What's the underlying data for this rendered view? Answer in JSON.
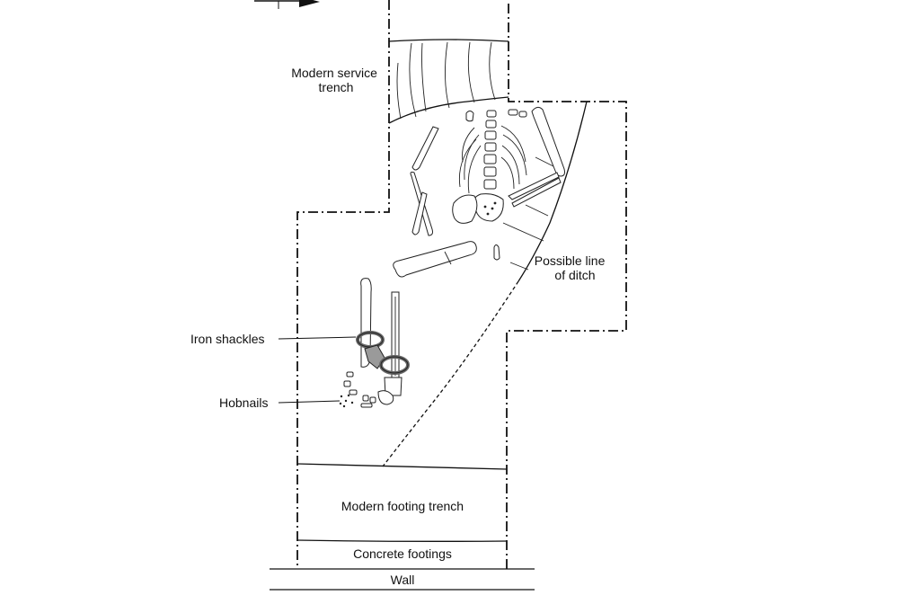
{
  "labels": {
    "service_trench": [
      "Modern service",
      "trench"
    ],
    "ditch": [
      "Possible line",
      "of ditch"
    ],
    "shackles": "Iron shackles",
    "hobnails": "Hobnails",
    "footing_trench": "Modern footing trench",
    "concrete": "Concrete footings",
    "wall": "Wall"
  },
  "icons": {
    "north_arrow": "arrow-right-icon"
  },
  "colors": {
    "ink": "#111111",
    "shackle_fill": "#9a9a9a",
    "paper": "#ffffff"
  }
}
